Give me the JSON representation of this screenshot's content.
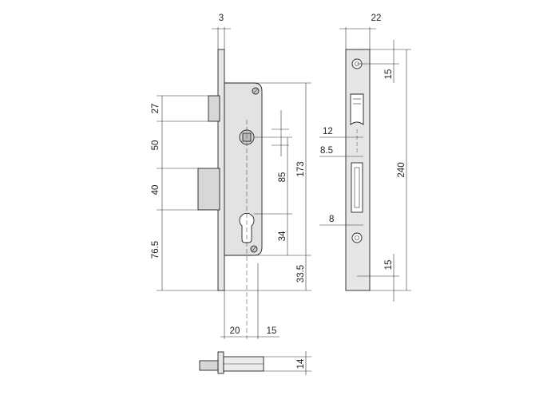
{
  "colors": {
    "plate": "#e6e6e6",
    "body": "#e3e3e3",
    "bolt": "#d7d7d7",
    "line": "#222222"
  },
  "front_view": {
    "thickness_top": "3",
    "latch_height": "27",
    "latch_to_bolt": "50",
    "bolt_height": "40",
    "bottom_offset": "76.5",
    "handle_to_cylinder": "85",
    "cylinder_height": "34",
    "body_height": "173",
    "cylinder_to_bottom": "33.5",
    "backset": "20",
    "cylinder_offset": "15"
  },
  "faceplate_view": {
    "width": "22",
    "hole_top": "15",
    "total_height": "240",
    "latch_width": "12",
    "bolt_width": "8.5",
    "bolt_inner": "8",
    "hole_bottom": "15"
  },
  "bottom_view": {
    "depth": "14"
  }
}
